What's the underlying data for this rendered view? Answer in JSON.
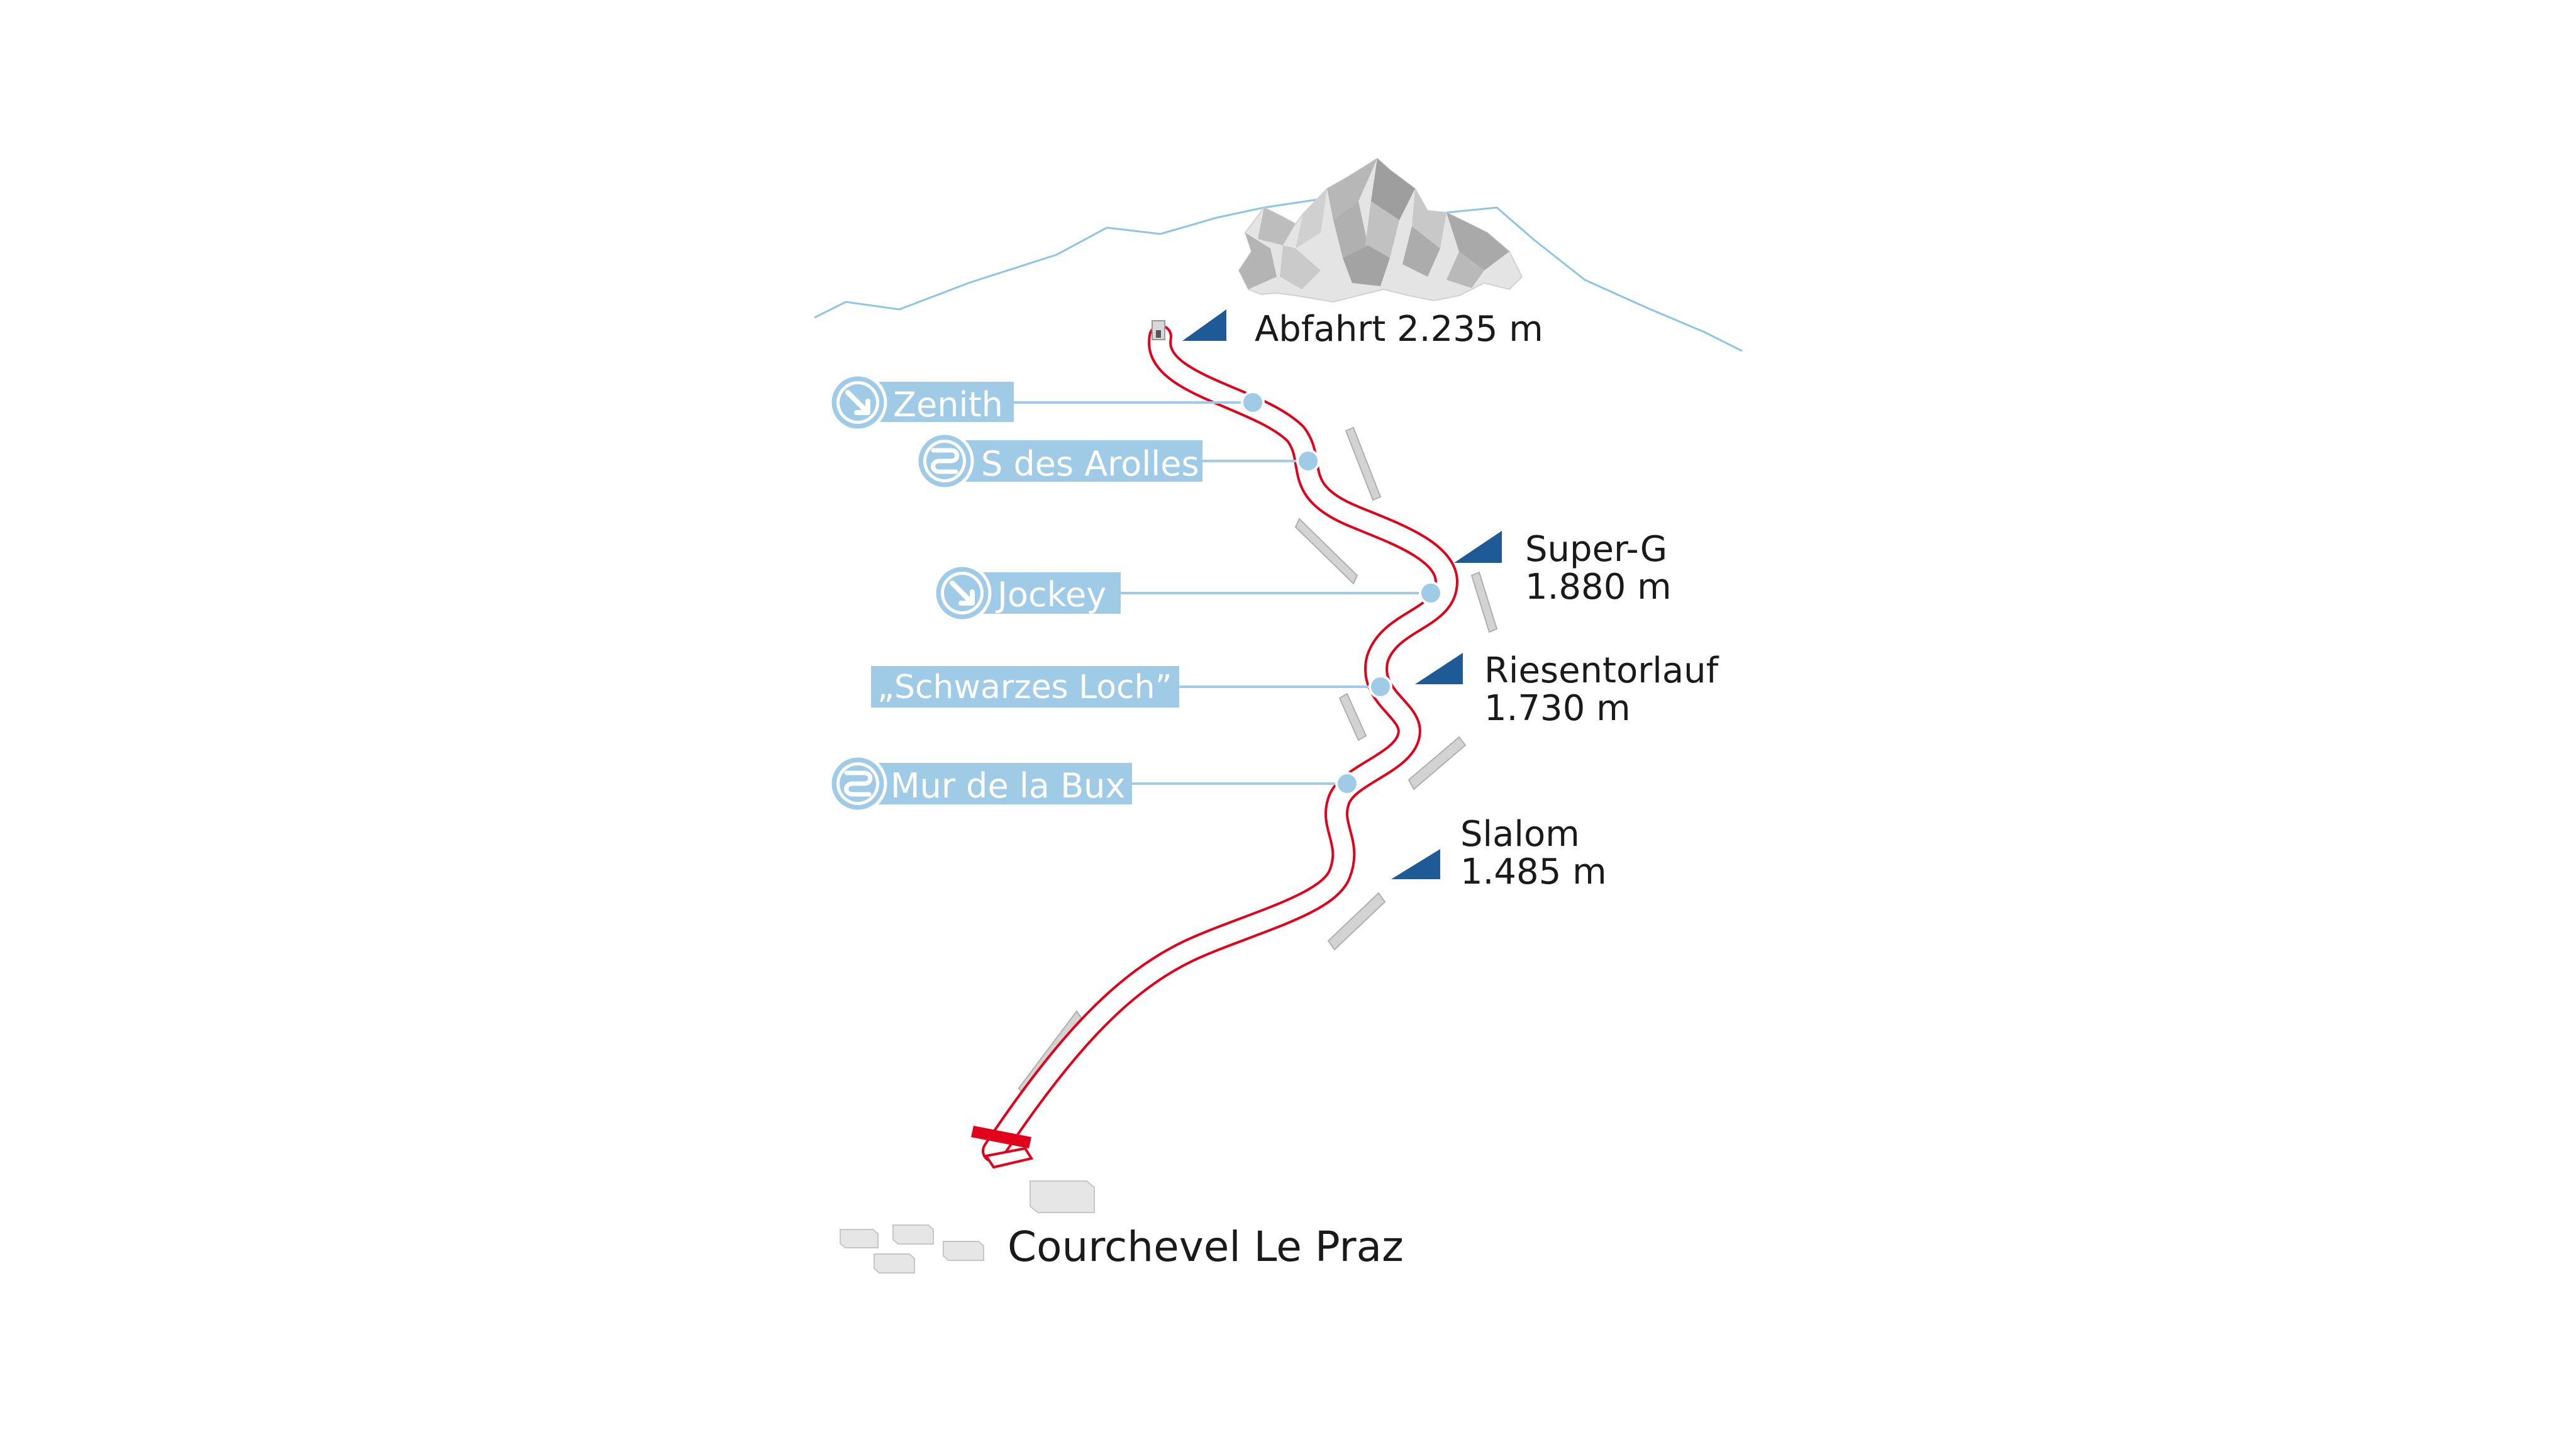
{
  "colors": {
    "course": "#e2001a",
    "leader": "#9fcbe6",
    "label_bg": "#9fcbe6",
    "flag": "#1d5a96",
    "ridge": "#8ec5e3",
    "text": "#1a1a1a"
  },
  "starts": [
    {
      "name": "Abfahrt 2.235 m",
      "name2": ""
    },
    {
      "name": "Super-G",
      "name2": "1.880 m"
    },
    {
      "name": "Riesentorlauf",
      "name2": "1.730 m"
    },
    {
      "name": "Slalom",
      "name2": "1.485 m"
    }
  ],
  "sections": [
    {
      "label": "Zenith",
      "icon": "arrow-down-right-icon"
    },
    {
      "label": "S des Arolles",
      "icon": "s-curve-icon"
    },
    {
      "label": "Jockey",
      "icon": "arrow-down-right-icon"
    },
    {
      "label": "„Schwarzes Loch”",
      "icon": ""
    },
    {
      "label": "Mur de la Bux",
      "icon": "s-curve-icon"
    }
  ],
  "finish": {
    "label": "Courchevel Le Praz"
  }
}
